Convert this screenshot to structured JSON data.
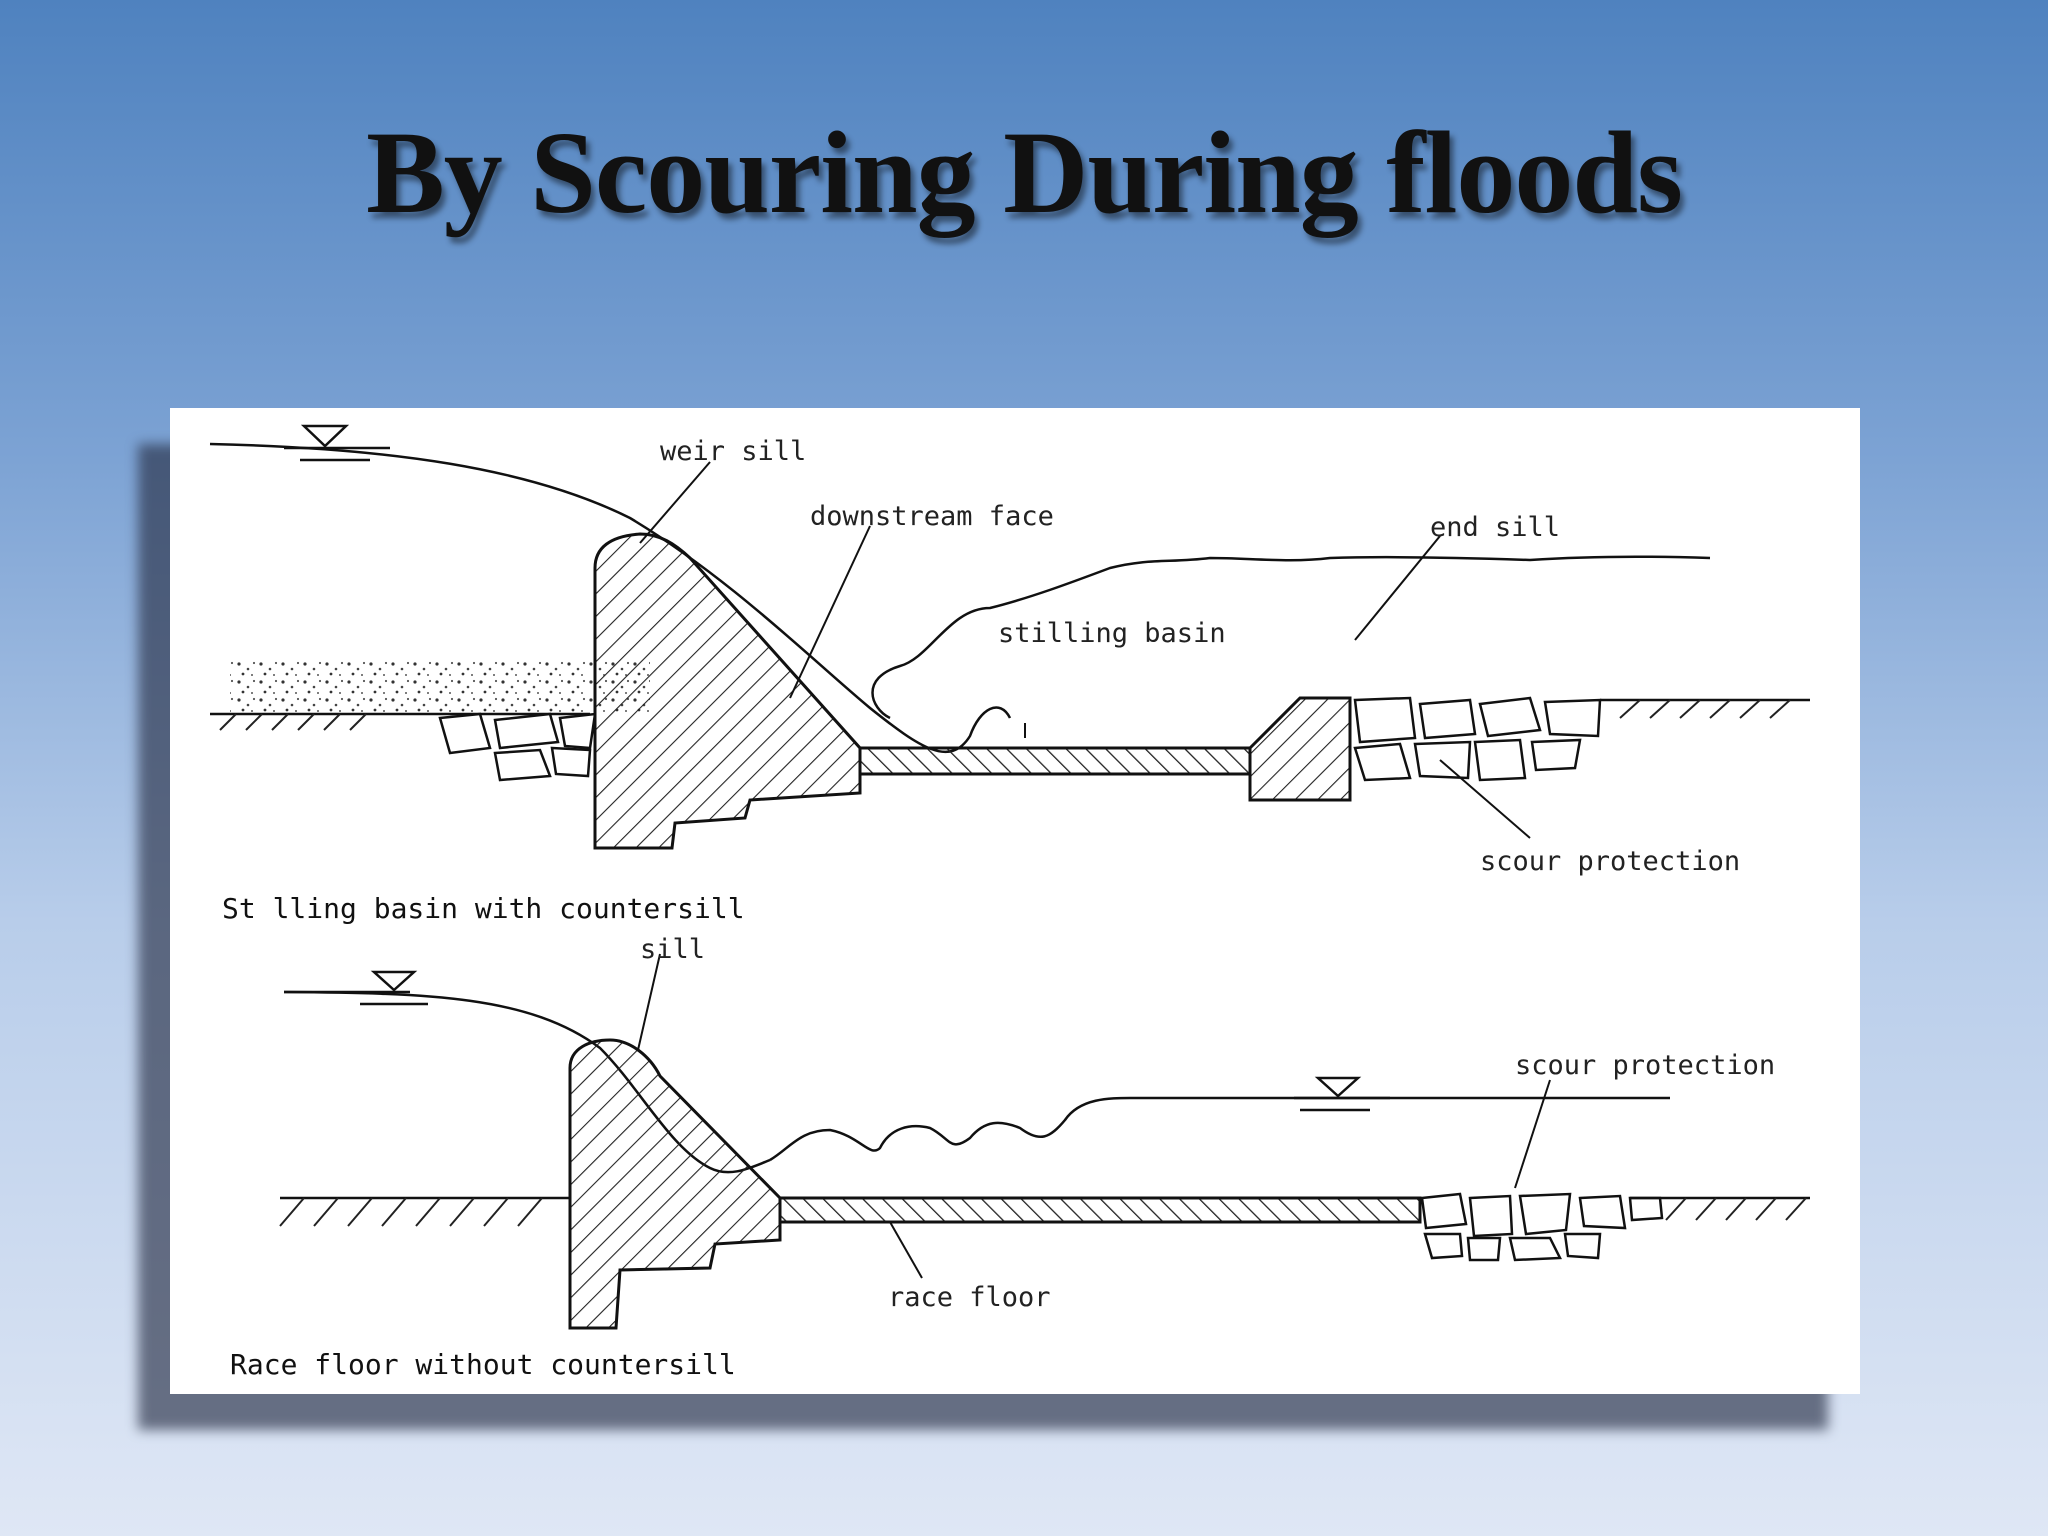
{
  "slide": {
    "title": "By Scouring During floods"
  },
  "diagram_top": {
    "caption": "St lling basin with countersill",
    "labels": {
      "weir_sill": "weir sill",
      "downstream_face": "downstream face",
      "end_sill": "end sill",
      "stilling_basin": "stilling basin",
      "scour_protection": "scour protection"
    }
  },
  "diagram_bottom": {
    "caption": "Race floor without countersill",
    "labels": {
      "sill": "sill",
      "scour_protection": "scour protection",
      "race_floor": "race floor"
    }
  }
}
